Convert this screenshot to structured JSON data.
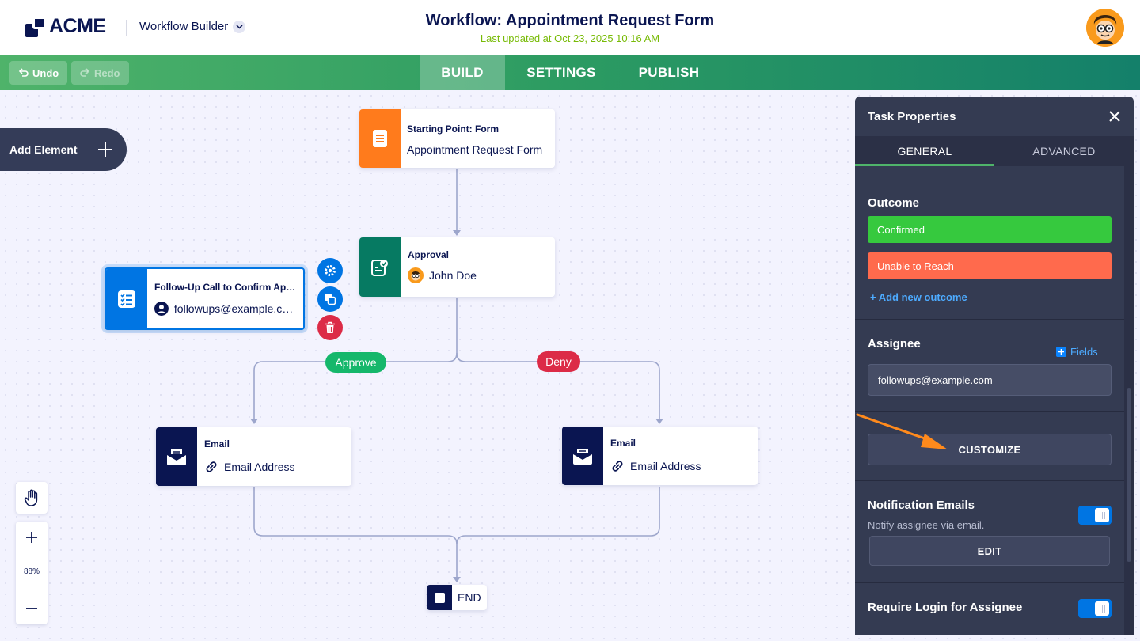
{
  "header": {
    "logo_text": "ACME",
    "builder_label": "Workflow Builder",
    "title": "Workflow: Appointment Request Form",
    "updated": "Last updated at Oct 23, 2025 10:16 AM"
  },
  "toolbar": {
    "undo": "Undo",
    "redo": "Redo",
    "tabs": [
      "BUILD",
      "SETTINGS",
      "PUBLISH"
    ]
  },
  "canvas": {
    "add_element": "Add Element",
    "nodes": {
      "start": {
        "title": "Starting Point: Form",
        "subtitle": "Appointment Request Form",
        "color": "#ff7b1c"
      },
      "approval": {
        "title": "Approval",
        "subtitle": "John Doe",
        "color": "#067a62"
      },
      "followup": {
        "title": "Follow-Up Call to Confirm Appointment",
        "subtitle": "followups@example.com",
        "color": "#0075e3"
      },
      "email_left": {
        "title": "Email",
        "subtitle": "Email Address",
        "color": "#0a1551"
      },
      "email_right": {
        "title": "Email",
        "subtitle": "Email Address",
        "color": "#0a1551"
      },
      "end": {
        "label": "END"
      }
    },
    "branches": {
      "approve": "Approve",
      "deny": "Deny"
    },
    "zoom": "88%"
  },
  "panel": {
    "title": "Task Properties",
    "tabs": [
      "GENERAL",
      "ADVANCED"
    ],
    "outcome": {
      "title": "Outcome",
      "items": [
        {
          "label": "Confirmed",
          "color": "#36c93e"
        },
        {
          "label": "Unable to Reach",
          "color": "#ff6a4d"
        }
      ],
      "add_new": "+ Add new outcome"
    },
    "assignee": {
      "title": "Assignee",
      "fields_link": "Fields",
      "value": "followups@example.com"
    },
    "customize": "CUSTOMIZE",
    "notification": {
      "title": "Notification Emails",
      "desc": "Notify assignee via email.",
      "edit": "EDIT",
      "enabled": true
    },
    "require_login": {
      "title": "Require Login for Assignee",
      "enabled": true
    }
  },
  "colors": {
    "accent_blue": "#0075e3",
    "approve_green": "#15b76b",
    "deny_red": "#dc2b47",
    "arrow_orange": "#ff8a1c"
  }
}
